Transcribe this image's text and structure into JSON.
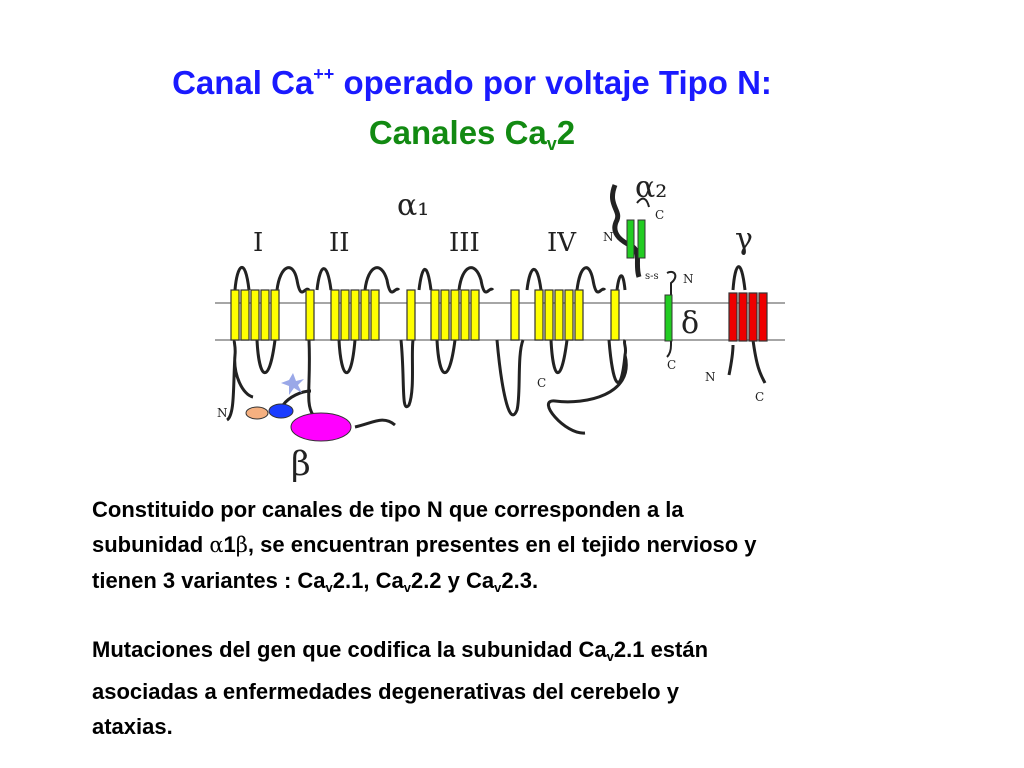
{
  "title": {
    "line1_main": "Canal Ca",
    "line1_sup": "++",
    "line1_rest": " operado por voltaje Tipo N:",
    "line2_main": "Canales Ca",
    "line2_sub": "v",
    "line2_rest": "2"
  },
  "diagram": {
    "labels": {
      "alpha1": "α₁",
      "alpha2": "α₂",
      "beta": "β",
      "gamma": "γ",
      "delta": "δ",
      "domain_I": "I",
      "domain_II": "II",
      "domain_III": "III",
      "domain_IV": "IV",
      "n": "N",
      "c": "C",
      "ss": "s-s"
    },
    "colors": {
      "alpha1_segments": "#ffff00",
      "alpha2_delta_segments": "#22cc22",
      "gamma_segments": "#ee0000",
      "beta_body": "#ff00ff",
      "beta_blue": "#1a3cff",
      "beta_orange": "#f5b080",
      "star": "#9aa8e8"
    }
  },
  "paragraph1": {
    "t1": "Constituido por canales de tipo N que corresponden a la",
    "t2": "subunidad ",
    "alpha": "α",
    "one": "1",
    "beta": "β",
    "t3": ", se encuentran presentes en el tejido nervioso y",
    "t4": "tienen 3 variantes :  Ca",
    "sub": "v",
    "t5": "2.1, Ca",
    "t6": "2.2 y Ca",
    "t7": "2.3."
  },
  "paragraph2": {
    "t1": "Mutaciones del gen que codifica la subunidad Ca",
    "sub": "v",
    "t2": "2.1 están",
    "t3": "asociadas a enfermedades degenerativas del cerebelo y",
    "t4": "ataxias."
  }
}
